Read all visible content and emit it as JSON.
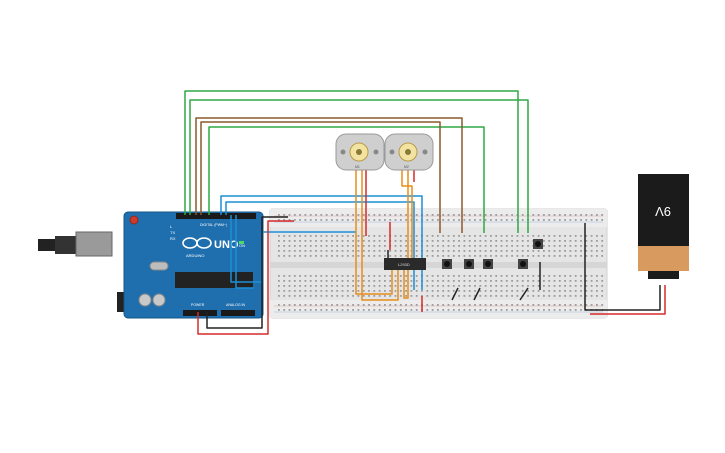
{
  "arduino": {
    "brand": "ARDUINO",
    "model": "UNO",
    "labels": {
      "power": "POWER",
      "analog_in": "ANALOG IN",
      "digital": "DIGITAL (PWM~)",
      "on": "ON",
      "tx": "TX",
      "rx": "RX",
      "l": "L"
    },
    "body_color": "#1f6fae"
  },
  "motors": [
    {
      "id": "motor-1",
      "label": "M1"
    },
    {
      "id": "motor-2",
      "label": "M2"
    }
  ],
  "driver_ic": {
    "label": "L293D"
  },
  "battery": {
    "label": "9V",
    "top_color": "#1b1b1b",
    "bottom_color": "#d89a5e"
  },
  "breadboard": {
    "color": "#e3e3e3"
  },
  "buttons": [
    {
      "id": "button-1"
    },
    {
      "id": "button-2"
    },
    {
      "id": "button-3"
    },
    {
      "id": "button-4"
    },
    {
      "id": "button-5"
    }
  ],
  "wire_colors": {
    "green": "#2fa845",
    "brown": "#8b5a2b",
    "blue": "#1c8fd6",
    "black": "#222222",
    "red": "#d62a2a",
    "orange": "#e88d1a"
  }
}
